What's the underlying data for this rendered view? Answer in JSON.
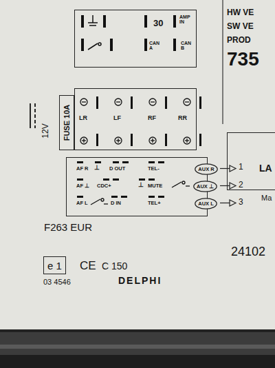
{
  "diagram": {
    "nodes": [
      {
        "text": [
          "FUSE 10A"
        ]
      },
      {
        "text": [
          "30",
          "AMP IN",
          "CAN A",
          "CAN B"
        ]
      },
      {
        "text": [
          "LR",
          "LF",
          "RF",
          "RR"
        ]
      },
      {
        "text": [
          "AF R",
          "⊥",
          "D OUT",
          "TEL-",
          "AF ⊥",
          "CDC+",
          "⊥",
          "MUTE",
          "AF L",
          "D IN",
          "TEL+"
        ]
      },
      {
        "text": [
          "AUX R"
        ],
        "in": 3
      },
      {
        "text": [
          "AUX ⊥"
        ],
        "in": 3
      },
      {
        "text": [
          "AUX L"
        ],
        "in": 3
      },
      {
        "text": [
          "e 1"
        ]
      },
      {
        "text": [
          "LA"
        ]
      }
    ],
    "labels": [
      "HW VE",
      "SW VE",
      "PROD",
      "735",
      "12V",
      "1",
      "2",
      "3",
      "Ma",
      "F263 EUR",
      "CE",
      "C 150",
      "03 4546",
      "DELPHI",
      "24102"
    ]
  }
}
